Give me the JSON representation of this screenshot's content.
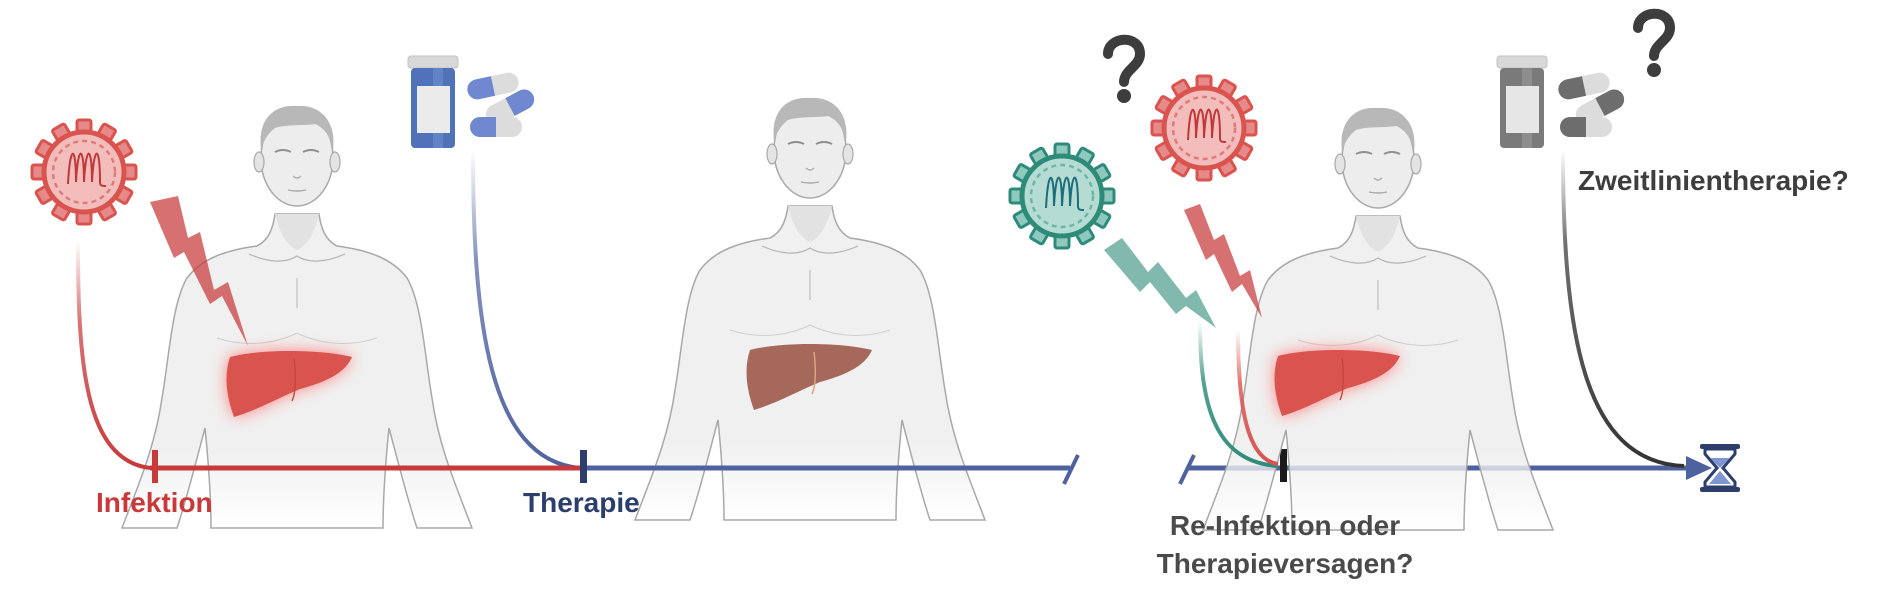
{
  "figure": {
    "title": "Hepatitis-Infektion, Therapie und Re-Infektion / Therapieversagen",
    "labels": {
      "infection": "Infektion",
      "therapy": "Therapie",
      "reinfection_line1": "Re-Infektion oder",
      "reinfection_line2": "Therapieversagen?",
      "second_line": "Zweitlinientherapie?"
    },
    "timeline": {
      "events": [
        {
          "name": "infection",
          "label": "Infektion",
          "color": "#c8393a"
        },
        {
          "name": "therapy",
          "label": "Therapie",
          "color": "#2c3e6b"
        },
        {
          "name": "reinfection-or-failure",
          "label": "Re-Infektion oder Therapieversagen?",
          "color": "#1a1a1a"
        }
      ],
      "segments": [
        {
          "from": "infection",
          "to": "therapy",
          "color": "#c8393a"
        },
        {
          "from": "therapy",
          "to": "time-break",
          "color": "#4f62a0"
        },
        {
          "from": "time-break",
          "to": "end-arrow",
          "color": "#4f62a0"
        }
      ],
      "end_icon": "hourglass-icon"
    },
    "panels": [
      {
        "name": "panel-infection",
        "liver_state": "inflamed",
        "virus": "red-virus",
        "arrow": "red-lightning"
      },
      {
        "name": "panel-therapy",
        "liver_state": "healthy",
        "medication": "blue-pills"
      },
      {
        "name": "panel-reinfection",
        "liver_state": "inflamed",
        "viruses": [
          "teal-virus",
          "red-virus"
        ],
        "question_marks": 1
      },
      {
        "name": "panel-second-line",
        "medication": "grey-pills",
        "question_marks": 1
      }
    ],
    "colors": {
      "red": "#c8393a",
      "red_light": "#e58a89",
      "blue": "#4f62a0",
      "navy": "#2c3e6b",
      "teal": "#2e8b7a",
      "teal_light": "#8fc9bd",
      "grey_dark": "#3d3d3d",
      "liver_healthy": "#a7685c",
      "liver_inflamed": "#d9534f",
      "skin": "#f0f0f0",
      "outline": "#9a9a9a"
    }
  }
}
